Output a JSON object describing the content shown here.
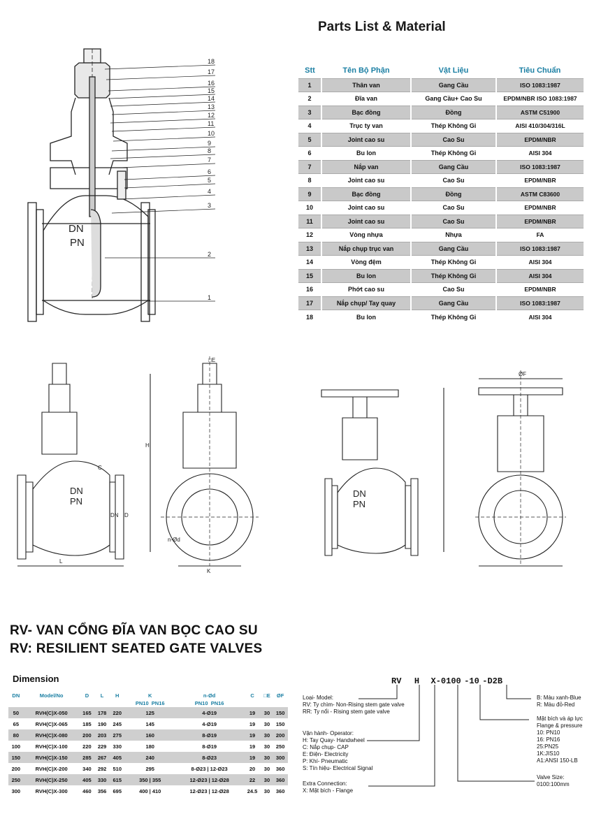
{
  "parts": {
    "title": "Parts List & Material",
    "headers": [
      "Stt",
      "Tên Bộ Phận",
      "Vật Liệu",
      "Tiêu Chuẩn"
    ],
    "rows": [
      [
        "1",
        "Thân van",
        "Gang Cầu",
        "ISO 1083:1987"
      ],
      [
        "2",
        "Đĩa van",
        "Gang Cầu+ Cao Su",
        "EPDM/NBR ISO 1083:1987"
      ],
      [
        "3",
        "Bạc đồng",
        "Đồng",
        "ASTM C51900"
      ],
      [
        "4",
        "Trục ty van",
        "Thép Không Gỉ",
        "AISI 410/304/316L"
      ],
      [
        "5",
        "Joint cao su",
        "Cao Su",
        "EPDM/NBR"
      ],
      [
        "6",
        "Bu lon",
        "Thép Không Gỉ",
        "AISI 304"
      ],
      [
        "7",
        "Nắp van",
        "Gang Cầu",
        "ISO 1083:1987"
      ],
      [
        "8",
        "Joint cao su",
        "Cao Su",
        "EPDM/NBR"
      ],
      [
        "9",
        "Bạc đồng",
        "Đồng",
        "ASTM C83600"
      ],
      [
        "10",
        "Joint cao su",
        "Cao Su",
        "EPDM/NBR"
      ],
      [
        "11",
        "Joint cao su",
        "Cao Su",
        "EPDM/NBR"
      ],
      [
        "12",
        "Vòng nhựa",
        "Nhựa",
        "FA"
      ],
      [
        "13",
        "Nắp chụp trục van",
        "Gang Cầu",
        "ISO 1083:1987"
      ],
      [
        "14",
        "Vòng đệm",
        "Thép Không Gỉ",
        "AISI 304"
      ],
      [
        "15",
        "Bu lon",
        "Thép Không Gỉ",
        "AISI 304"
      ],
      [
        "16",
        "Phớt cao su",
        "Cao Su",
        "EPDM/NBR"
      ],
      [
        "17",
        "Nắp chụp/ Tay quay",
        "Gang Cầu",
        "ISO 1083:1987"
      ],
      [
        "18",
        "Bu lon",
        "Thép Không Gỉ",
        "AISI 304"
      ]
    ]
  },
  "drawing": {
    "callouts": [
      "18",
      "17",
      "16",
      "15",
      "14",
      "13",
      "12",
      "11",
      "10",
      "9",
      "8",
      "7",
      "6",
      "5",
      "4",
      "3",
      "2",
      "1"
    ],
    "body_text": [
      "DN",
      "PN"
    ],
    "dim_labels": [
      "H",
      "L",
      "K",
      "C",
      "D",
      "DN",
      "n-Ød",
      "ØF",
      "□E"
    ]
  },
  "titles": {
    "vi": "RV- VAN CỔNG ĐĨA VAN BỌC CAO SU",
    "en": "RV: RESILIENT SEATED GATE VALVES",
    "dimension": "Dimension"
  },
  "dimension": {
    "headers": [
      "DN",
      "Model/No",
      "D",
      "L",
      "H",
      "K",
      "n-Ød",
      "C",
      "□E",
      "ØF"
    ],
    "subheaders": [
      "PN10",
      "PN16",
      "PN10",
      "PN16"
    ],
    "rows": [
      [
        "50",
        "RVH(C)X-050",
        "165",
        "178",
        "220",
        "125",
        "4-Ø19",
        "19",
        "30",
        "150"
      ],
      [
        "65",
        "RVH(C)X-065",
        "185",
        "190",
        "245",
        "145",
        "4-Ø19",
        "19",
        "30",
        "150"
      ],
      [
        "80",
        "RVH(C)X-080",
        "200",
        "203",
        "275",
        "160",
        "8-Ø19",
        "19",
        "30",
        "200"
      ],
      [
        "100",
        "RVH(C)X-100",
        "220",
        "229",
        "330",
        "180",
        "8-Ø19",
        "19",
        "30",
        "250"
      ],
      [
        "150",
        "RVH(C)X-150",
        "285",
        "267",
        "405",
        "240",
        "8-Ø23",
        "19",
        "30",
        "300"
      ],
      [
        "200",
        "RVH(C)X-200",
        "340",
        "292",
        "510",
        "295",
        "8-Ø23 | 12-Ø23",
        "20",
        "30",
        "360"
      ],
      [
        "250",
        "RVH(C)X-250",
        "405",
        "330",
        "615",
        "350 | 355",
        "12-Ø23 | 12-Ø28",
        "22",
        "30",
        "360"
      ],
      [
        "300",
        "RVH(C)X-300",
        "460",
        "356",
        "695",
        "400 | 410",
        "12-Ø23 | 12-Ø28",
        "24.5",
        "30",
        "360"
      ]
    ]
  },
  "code": {
    "parts": [
      "RV",
      "H",
      "X",
      "-",
      "0100",
      "-",
      "10",
      "-D2B"
    ],
    "type_label": "Loại- Model:",
    "type_rv": "RV: Ty chìm- Non-Rising stem gate valve",
    "type_rr": "RR: Ty nổi - Rising stem gate valve",
    "op_label": "Vận hành- Operator:",
    "op_items": [
      "H: Tay Quay- Handwheel",
      "C: Nắp chụp- CAP",
      "E: Điện- Electricity",
      "P: Khí- Pneumatic",
      "S: Tín hiệu- Electrical Signal"
    ],
    "ext_label": "Extra Connection:",
    "ext_item": "X: Mặt bích - Flange",
    "color_items": [
      "B: Màu xanh-Blue",
      "R: Màu đỏ-Red"
    ],
    "flange_label": "Mặt bích và áp lực",
    "flange_sub": "Flange & pressure",
    "flange_items": [
      "10: PN10",
      "16: PN16",
      "25:PN25",
      "1K:JIS10",
      "A1:ANSI 150-LB"
    ],
    "size_label": "Valve Size:",
    "size_item": "0100:100mm"
  }
}
